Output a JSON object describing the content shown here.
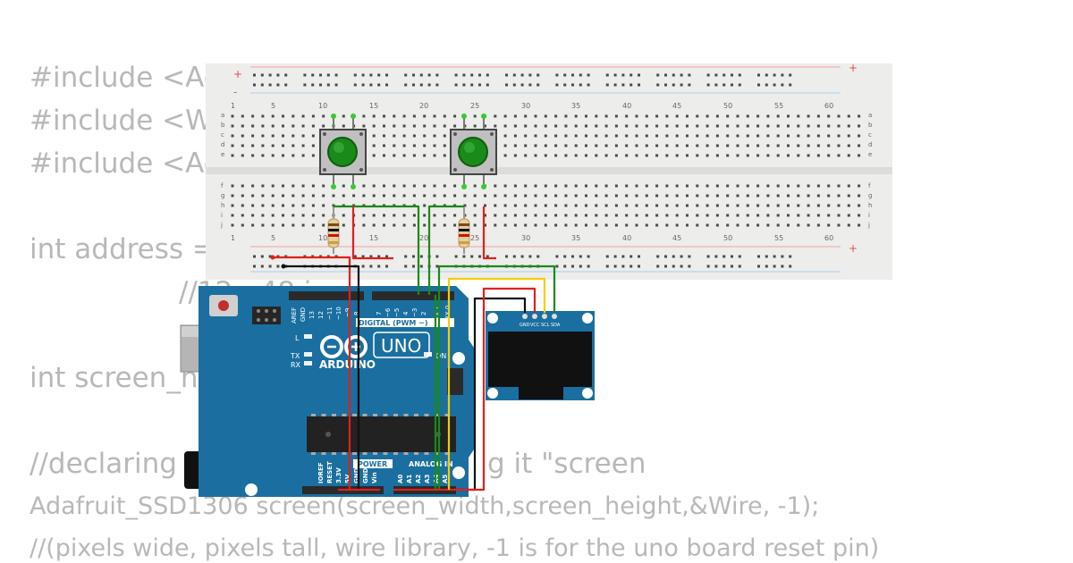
{
  "code": {
    "line1": "#include <Ad",
    "line2": "#include <Wi",
    "line3": "#include <Ad",
    "line4": "int address =",
    "line5": "//12 : 48 i",
    "line6": "int screen_he",
    "line7": "//declaring",
    "line8": "g it \"screen",
    "line9": "Adafruit_SSD1306 screen(screen_width,screen_height,&Wire, -1);",
    "line10": "//(pixels wide, pixels tall, wire library, -1 is for the uno board reset pin)"
  },
  "breadboard": {
    "col_numbers": [
      "1",
      "5",
      "10",
      "15",
      "20",
      "25",
      "30",
      "35",
      "40",
      "45",
      "50",
      "55",
      "60"
    ],
    "row_letters_top": [
      "a",
      "b",
      "c",
      "d",
      "e"
    ],
    "row_letters_bottom": [
      "f",
      "g",
      "h",
      "i",
      "j"
    ],
    "rail_plus": "+",
    "rail_minus": "-"
  },
  "arduino": {
    "brand": "ARDUINO",
    "model": "UNO",
    "digital_label": "DIGITAL (PWM ~)",
    "power_label": "POWER",
    "analog_label": "ANALOG IN",
    "top_pins": [
      "AREF",
      "GND",
      "13",
      "12",
      "~11",
      "~10",
      "~9",
      "8",
      "7",
      "~6",
      "~5",
      "4",
      "~3",
      "2",
      "TX 1",
      "RX 0"
    ],
    "led_labels": [
      "L",
      "TX",
      "RX",
      "ON"
    ],
    "power_pins": [
      "IOREF",
      "RESET",
      "3.3V",
      "5V",
      "GND",
      "GND",
      "Vin"
    ],
    "analog_pins": [
      "A0",
      "A1",
      "A2",
      "A3",
      "A4",
      "A5"
    ]
  },
  "oled": {
    "pins": [
      "GND",
      "VCC",
      "SCL",
      "SDA"
    ]
  },
  "colors": {
    "board_blue": "#1a6fa0",
    "wire_red": "#e0201a",
    "wire_green": "#1a8a1a",
    "wire_yellow": "#f0d000",
    "wire_black": "#111111",
    "button_green": "#1a8a1a"
  }
}
